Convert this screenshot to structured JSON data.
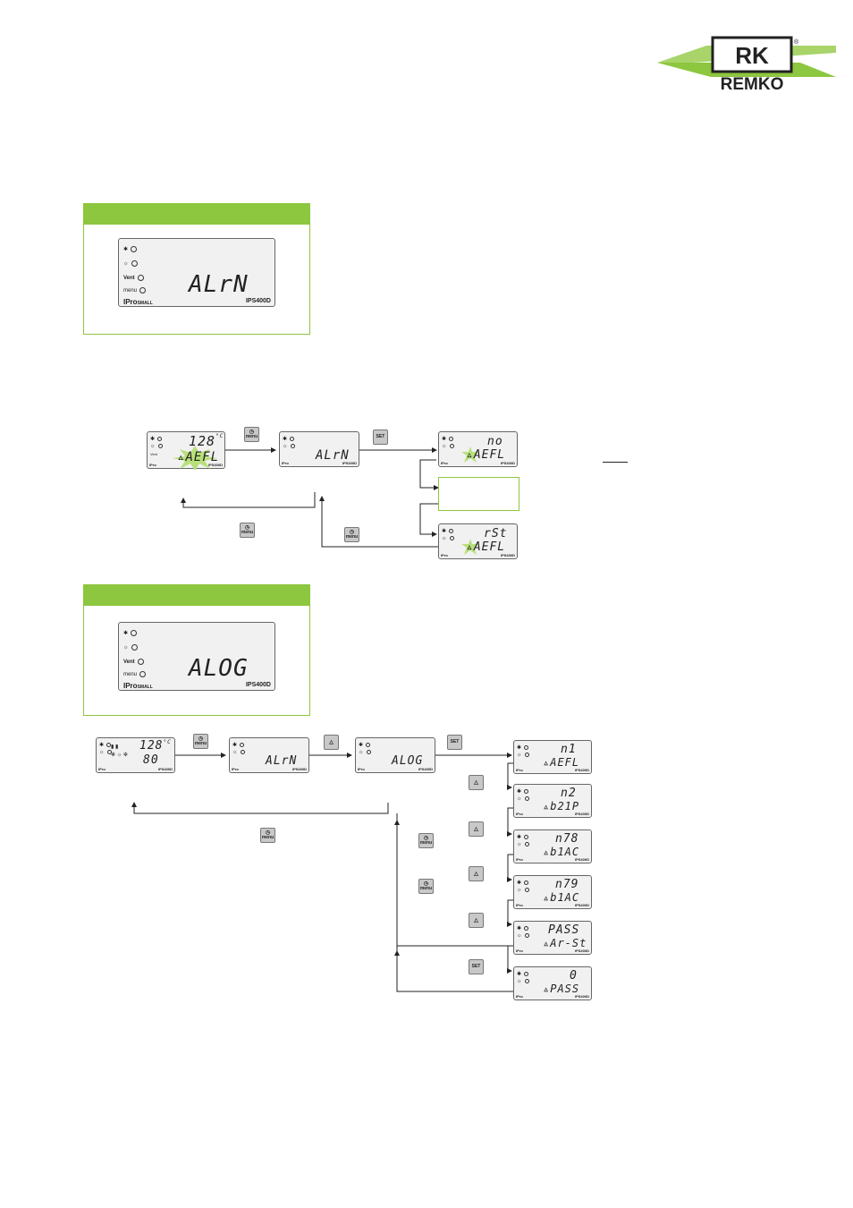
{
  "brand": {
    "name": "REMKO",
    "registered": "®",
    "colors": {
      "green": "#8dc63f",
      "lightGreen": "#a8d46a",
      "black": "#222222"
    }
  },
  "controller": {
    "brand_bold": "IPro",
    "brand_small": "SMALL",
    "model": "IPS400D"
  },
  "indicators": {
    "vent": "Vent",
    "menu": "menu"
  },
  "keys": {
    "menu": "menu",
    "set": "SET",
    "menu_icon": "clock-icon",
    "up_icon": "triangle-up-icon"
  },
  "panel1": {
    "display": "ALrN"
  },
  "panel2": {
    "display": "ALOG"
  },
  "flow1": {
    "start": {
      "value": "128",
      "unit": "°C",
      "alarm": "AEFL"
    },
    "alarm_menu": "ALrN",
    "option_no": {
      "top": "no",
      "bottom": "AEFL"
    },
    "option_rst": {
      "top": "rSt",
      "bottom": "AEFL"
    }
  },
  "flow2": {
    "start": {
      "value1": "128",
      "unit": "°C",
      "value2": "80"
    },
    "alarm_menu": "ALrN",
    "alarm_log": "ALOG",
    "entries": [
      {
        "top": "n1",
        "bottom": "AEFL"
      },
      {
        "top": "n2",
        "bottom": "b21P"
      },
      {
        "top": "n78",
        "bottom": "b1AC"
      },
      {
        "top": "n79",
        "bottom": "b1AC"
      },
      {
        "top": "PASS",
        "bottom": "Ar-St"
      },
      {
        "top": "0",
        "bottom": "PASS"
      }
    ]
  }
}
